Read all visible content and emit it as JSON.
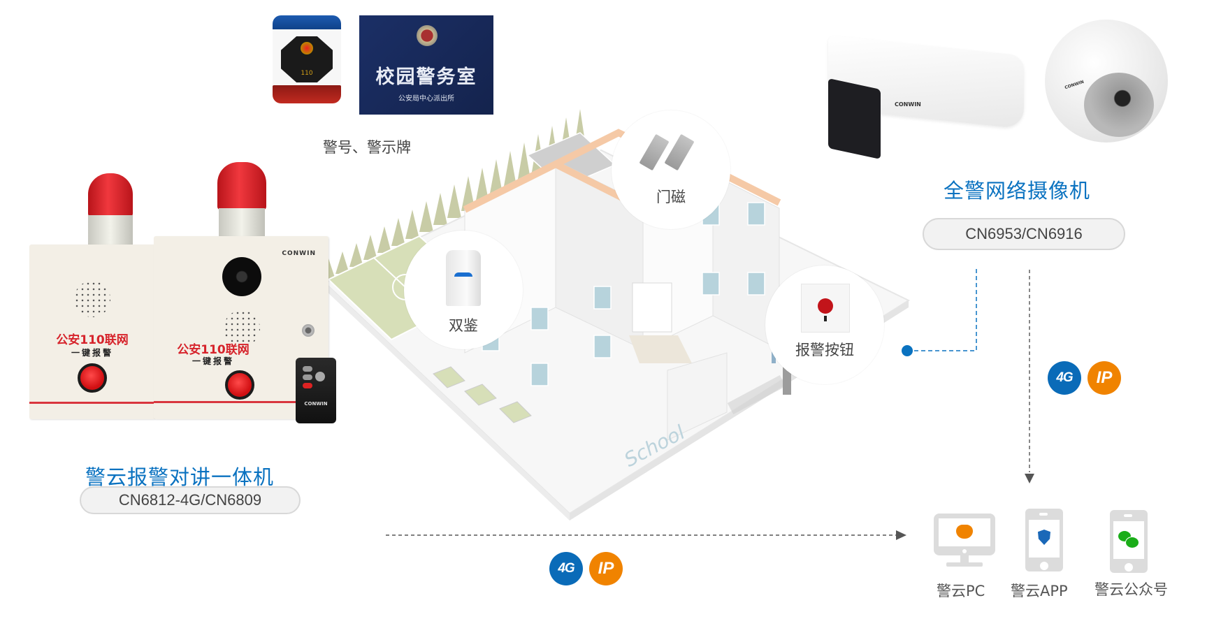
{
  "signage": {
    "caption": "警号、警示牌",
    "plaque_title": "校园警务室",
    "plaque_subtitle": "公安局中心派出所",
    "light_number": "110"
  },
  "alarm_intercom": {
    "title": "警云报警对讲一体机",
    "model": "CN6812-4G/CN6809",
    "device_text_red": "公安110联网",
    "device_text_black": "一键报警",
    "brand": "CONWIN"
  },
  "cameras": {
    "title": "全警网络摄像机",
    "model": "CN6953/CN6916",
    "brand": "CONWIN"
  },
  "school_scene": {
    "wall_text": "School",
    "sensors": [
      {
        "label": "双鉴"
      },
      {
        "label": "门磁"
      },
      {
        "label": "报警按钮"
      }
    ]
  },
  "connectivity": {
    "badges": [
      {
        "label": "4G",
        "color": "#0a6bb8"
      },
      {
        "label": "IP",
        "color": "#f08300"
      }
    ]
  },
  "platforms": [
    {
      "label": "警云PC",
      "icon": "monitor-police-cap-icon"
    },
    {
      "label": "警云APP",
      "icon": "phone-shield-app-icon"
    },
    {
      "label": "警云公众号",
      "icon": "phone-wechat-icon"
    }
  ],
  "colors": {
    "accent_blue": "#0a72c0",
    "badge_orange": "#f08300",
    "wechat_green": "#1aad19"
  }
}
